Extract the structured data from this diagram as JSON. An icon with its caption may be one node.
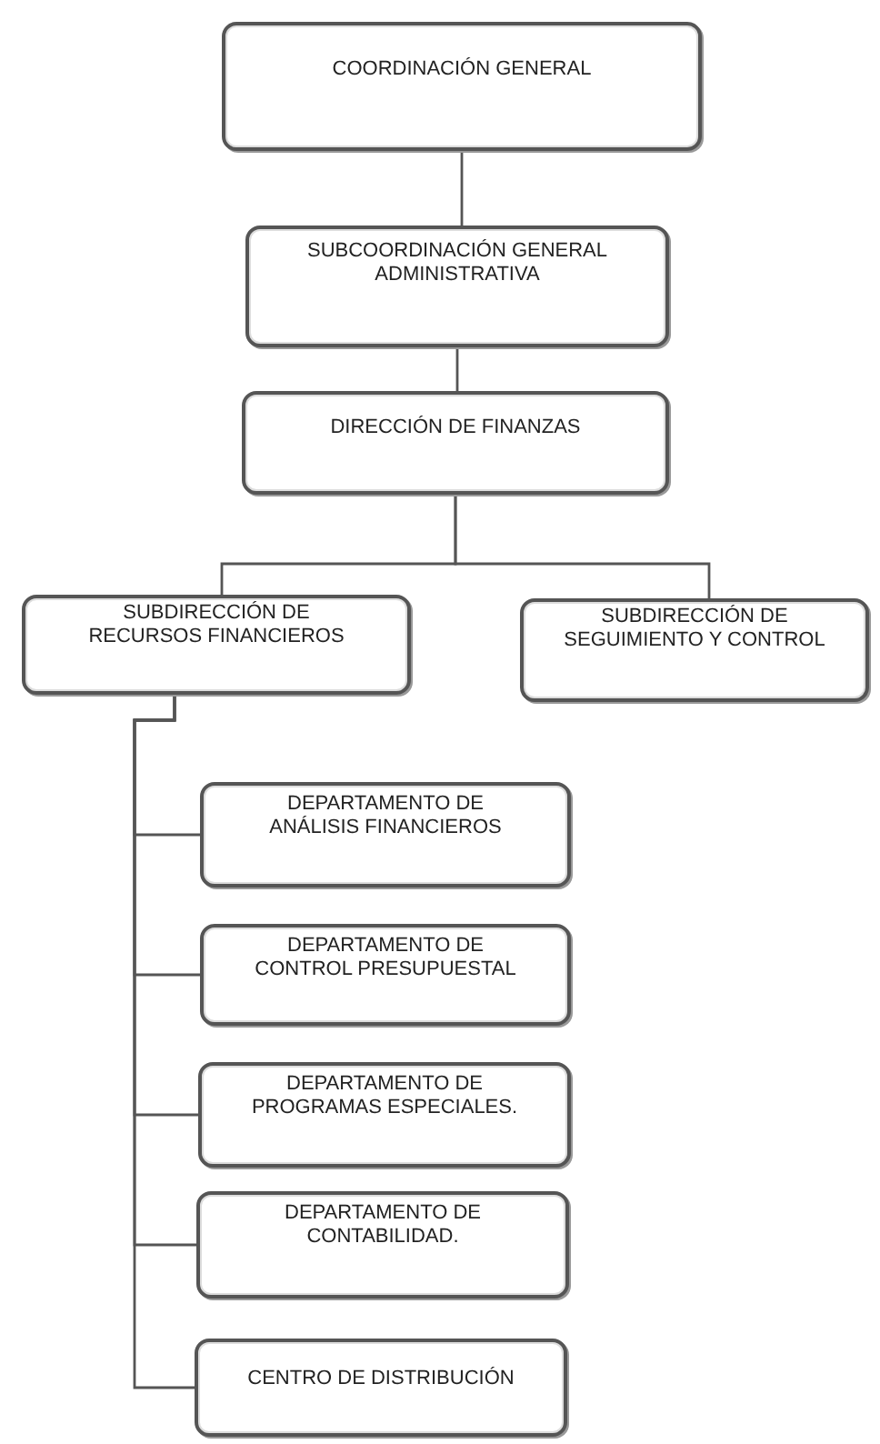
{
  "diagram": {
    "nodes": [
      {
        "text": [
          "COORDINACIÓN GENERAL"
        ]
      },
      {
        "text": [
          "SUBCOORDINACIÓN GENERAL ADMINISTRATIVA"
        ]
      },
      {
        "text": [
          "DIRECCIÓN DE FINANZAS"
        ]
      },
      {
        "text": [
          "SUBDIRECCIÓN DE RECURSOS FINANCIEROS"
        ]
      },
      {
        "text": [
          "SUBDIRECCIÓN DE SEGUIMIENTO Y CONTROL"
        ]
      },
      {
        "text": [
          "DEPARTAMENTO DE ANÁLISIS FINANCIEROS"
        ]
      },
      {
        "text": [
          "DEPARTAMENTO DE CONTROL PRESUPUESTAL"
        ]
      },
      {
        "text": [
          "DEPARTAMENTO DE PROGRAMAS ESPECIALES."
        ]
      },
      {
        "text": [
          "DEPARTAMENTO DE CONTABILIDAD."
        ]
      },
      {
        "text": [
          "CENTRO DE DISTRIBUCIÓN"
        ]
      }
    ],
    "edges": [
      {
        "from": 0,
        "to": 1,
        "arrow": "none"
      },
      {
        "from": 1,
        "to": 2,
        "arrow": "none"
      },
      {
        "from": 2,
        "to": 3,
        "arrow": "none"
      },
      {
        "from": 2,
        "to": 4,
        "arrow": "none"
      },
      {
        "from": 3,
        "to": 5,
        "arrow": "none"
      },
      {
        "from": 3,
        "to": 6,
        "arrow": "none"
      },
      {
        "from": 3,
        "to": 7,
        "arrow": "none"
      },
      {
        "from": 3,
        "to": 8,
        "arrow": "none"
      },
      {
        "from": 3,
        "to": 9,
        "arrow": "none"
      }
    ]
  }
}
